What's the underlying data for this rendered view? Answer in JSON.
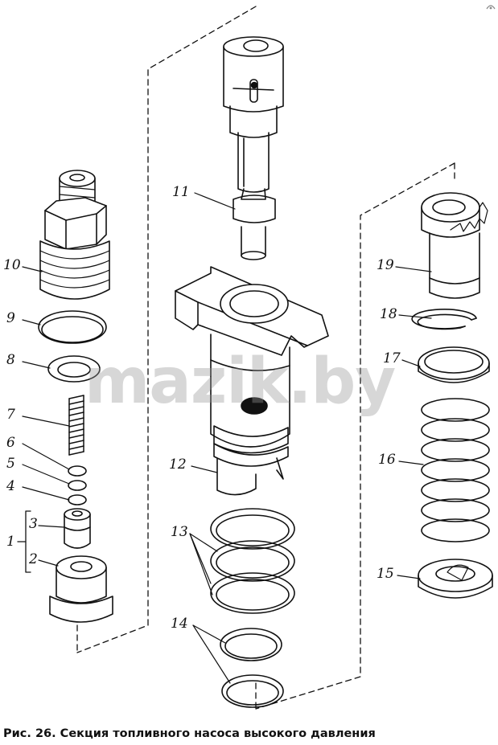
{
  "figure": {
    "caption": "Рис. 26. Секция топливного насоса высокого давления",
    "watermark": "mazik.by"
  },
  "callouts": [
    "1",
    "2",
    "3",
    "4",
    "5",
    "6",
    "7",
    "8",
    "9",
    "10",
    "11",
    "12",
    "13",
    "14",
    "15",
    "16",
    "17",
    "18",
    "19"
  ],
  "colors": {
    "ink": "#111111",
    "paper": "#ffffff",
    "watermark": "#969696"
  }
}
